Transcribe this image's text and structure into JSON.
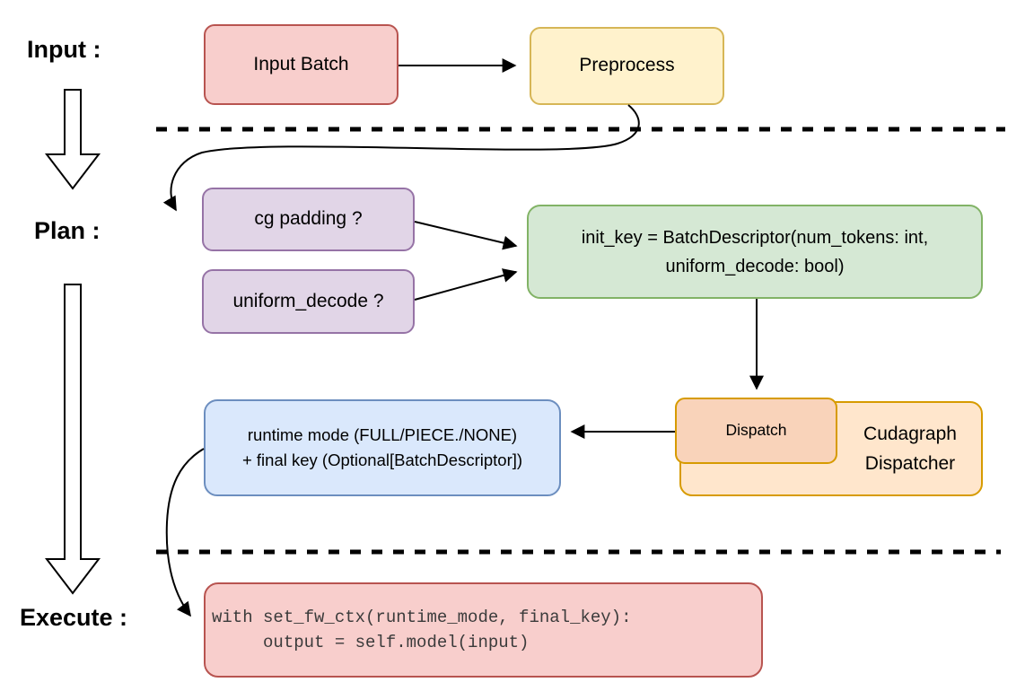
{
  "stage_labels": {
    "input": "Input :",
    "plan": "Plan :",
    "execute": "Execute :"
  },
  "nodes": {
    "input_batch": "Input Batch",
    "preprocess": "Preprocess",
    "cg_padding": "cg padding ?",
    "uniform_decode": "uniform_decode ?",
    "init_key_line1": "init_key = BatchDescriptor(num_tokens: int,",
    "init_key_line2": "uniform_decode: bool)",
    "dispatch": "Dispatch",
    "dispatcher_line1": "Cudagraph",
    "dispatcher_line2": "Dispatcher",
    "runtime_line1": "runtime mode (FULL/PIECE./NONE)",
    "runtime_line2": "+ final key (Optional[BatchDescriptor])",
    "code_line1": "with set_fw_ctx(runtime_mode, final_key):",
    "code_line2": "     output = self.model(input)"
  },
  "colors": {
    "pink_fill": "#f8cecc",
    "pink_stroke": "#b85450",
    "yellow_fill": "#fff2cc",
    "yellow_stroke": "#d6b656",
    "purple_fill": "#e1d5e7",
    "purple_stroke": "#9673a6",
    "green_fill": "#d5e8d4",
    "green_stroke": "#82b366",
    "blue_fill": "#dae8fc",
    "blue_stroke": "#6c8ebf",
    "orange_fill": "#ffe6cc",
    "orange_inner_fill": "#f9d3ba",
    "orange_stroke": "#d79b00",
    "line_color": "#000000",
    "text": "#000000",
    "code_text": "#3b3b3b"
  }
}
